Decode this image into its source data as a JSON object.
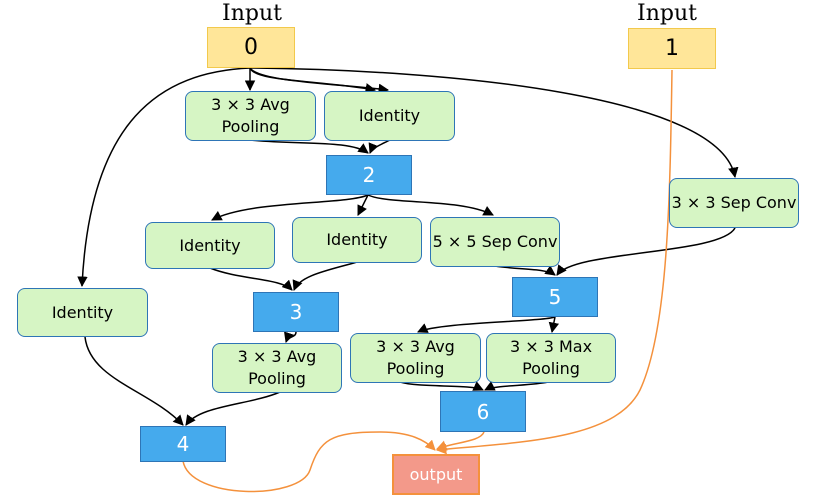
{
  "input_labels": {
    "left": "Input",
    "right": "Input"
  },
  "nodes": {
    "in0": "0",
    "in1": "1",
    "op_avg_a": "3 × 3 Avg Pooling",
    "op_identity_a": "Identity",
    "s2": "2",
    "op_sep3": "3 × 3 Sep Conv",
    "op_identity_b": "Identity",
    "op_identity_c": "Identity",
    "op_sep5": "5 × 5 Sep Conv",
    "op_identity_d": "Identity",
    "s3": "3",
    "s5": "5",
    "op_avg_b": "3 × 3 Avg Pooling",
    "op_avg_c": "3 × 3 Avg Pooling",
    "op_max": "3 × 3 Max Pooling",
    "s6": "6",
    "s4": "4",
    "output": "output"
  },
  "colors": {
    "input_fill": "#ffe699",
    "op_fill": "#d6f5c4",
    "state_fill": "#45aaed",
    "output_fill": "#f3998a",
    "edge": "#000000",
    "output_edge": "#f4913c"
  }
}
